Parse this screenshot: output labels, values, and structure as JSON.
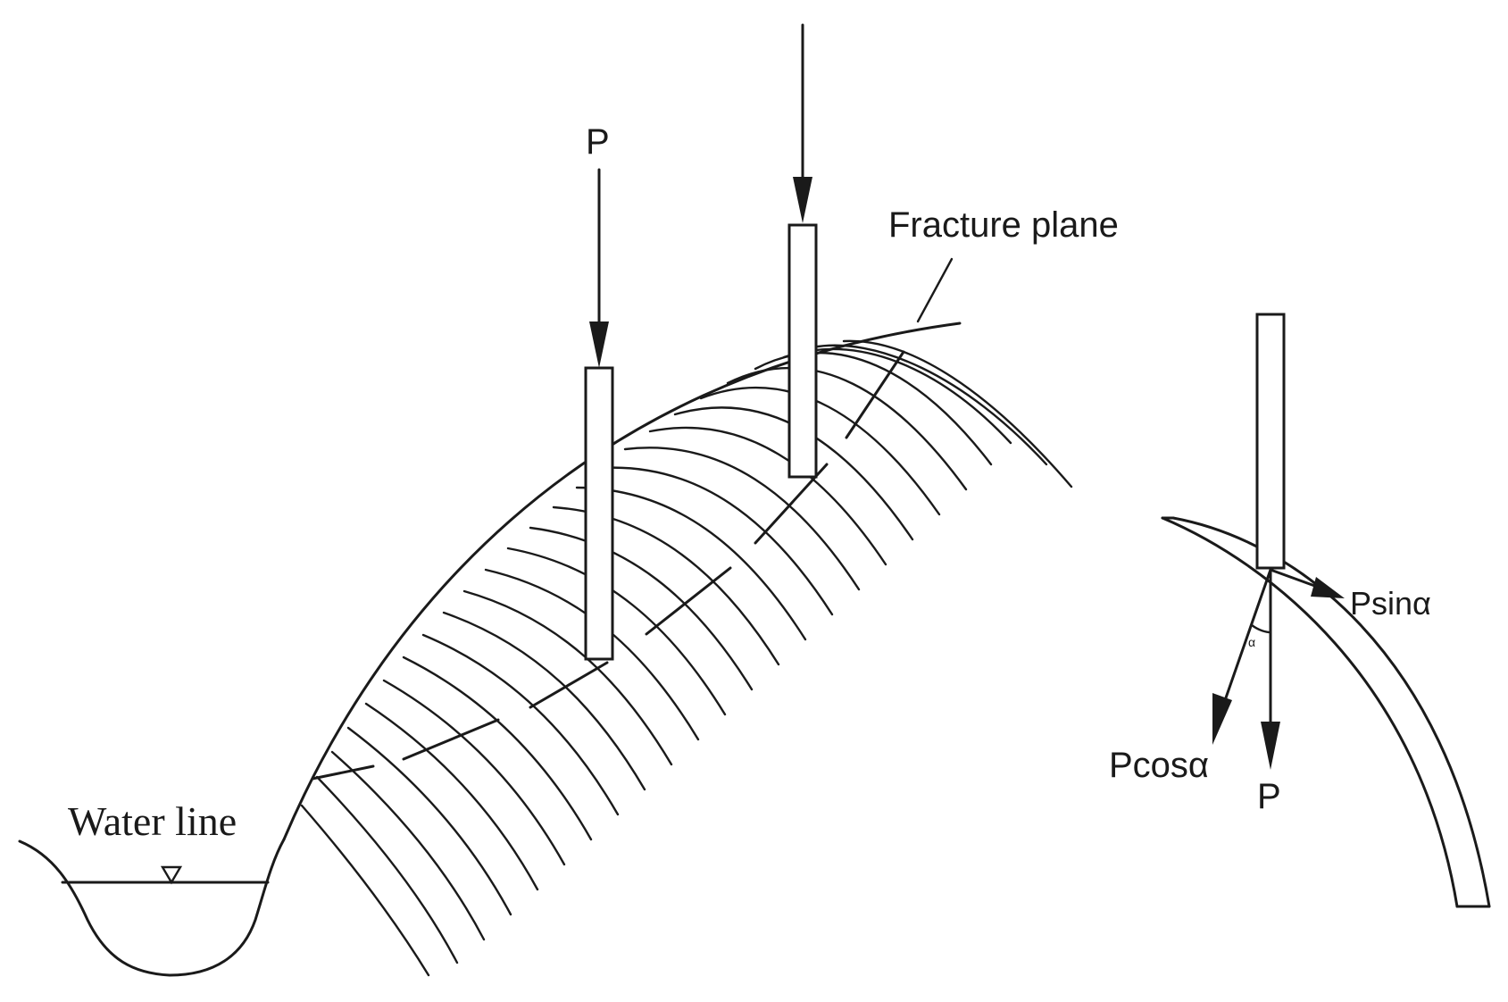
{
  "labels": {
    "load_left": "P",
    "fracture_plane": "Fracture plane",
    "water_line": "Water line",
    "p_sin": "Psinα",
    "p_cos": "Pcosα",
    "p_detail": "P",
    "alpha": "α"
  }
}
